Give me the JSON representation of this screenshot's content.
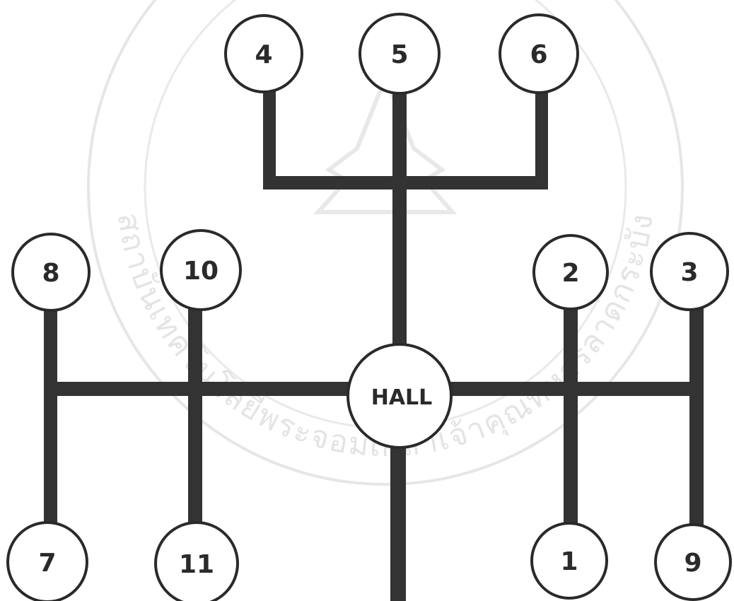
{
  "diagram": {
    "colors": {
      "background": "#ffffff",
      "stroke": "#2a2a2a",
      "corridor": "#333333",
      "watermark": "#c9c9c9"
    },
    "hall": {
      "label": "HALL"
    },
    "rooms": [
      {
        "id": "4",
        "label": "4"
      },
      {
        "id": "5",
        "label": "5"
      },
      {
        "id": "6",
        "label": "6"
      },
      {
        "id": "8",
        "label": "8"
      },
      {
        "id": "10",
        "label": "10"
      },
      {
        "id": "2",
        "label": "2"
      },
      {
        "id": "3",
        "label": "3"
      },
      {
        "id": "7",
        "label": "7"
      },
      {
        "id": "11",
        "label": "11"
      },
      {
        "id": "1",
        "label": "1"
      },
      {
        "id": "9",
        "label": "9"
      }
    ],
    "watermark": {
      "text": "สถาบันเทคโนโลยีพระจอมเกล้าเจ้าคุณทหารลาดกระบัง"
    }
  }
}
